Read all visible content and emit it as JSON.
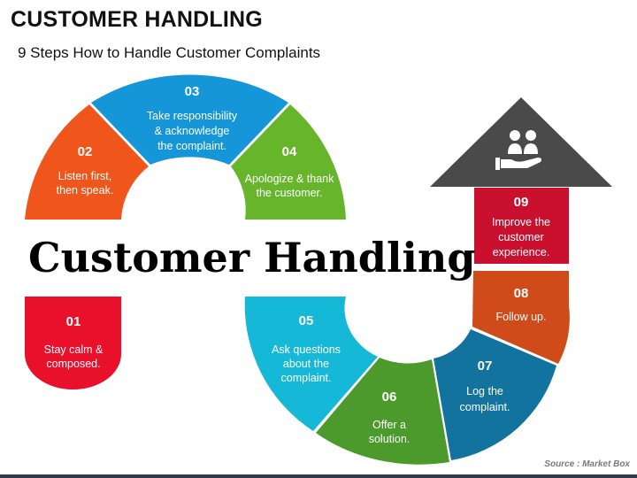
{
  "header": {
    "title": "CUSTOMER HANDLING",
    "subtitle": "9 Steps How to Handle Customer Complaints"
  },
  "banner": {
    "text": "Customer Handling"
  },
  "steps": [
    {
      "num": "01",
      "lines": [
        "Stay calm &",
        "composed."
      ],
      "color": "#e8102b"
    },
    {
      "num": "02",
      "lines": [
        "Listen first,",
        "then speak."
      ],
      "color": "#f0561b"
    },
    {
      "num": "03",
      "lines": [
        "Take responsibility",
        "& acknowledge",
        "the complaint."
      ],
      "color": "#1596d8"
    },
    {
      "num": "04",
      "lines": [
        "Apologize & thank",
        "the customer."
      ],
      "color": "#66b52b"
    },
    {
      "num": "05",
      "lines": [
        "Ask questions",
        "about the",
        "complaint."
      ],
      "color": "#16b8d8"
    },
    {
      "num": "06",
      "lines": [
        "Offer a",
        "solution."
      ],
      "color": "#4b9a2b"
    },
    {
      "num": "07",
      "lines": [
        "Log the",
        "complaint."
      ],
      "color": "#12739e"
    },
    {
      "num": "08",
      "lines": [
        "Follow up."
      ],
      "color": "#d04b1a"
    },
    {
      "num": "09",
      "lines": [
        "Improve the",
        "customer",
        "experience."
      ],
      "color": "#c9102e"
    }
  ],
  "arrow": {
    "icon": "customer-service-hand-icon",
    "color": "#4a4a4a"
  },
  "source": "Source : Market Box"
}
